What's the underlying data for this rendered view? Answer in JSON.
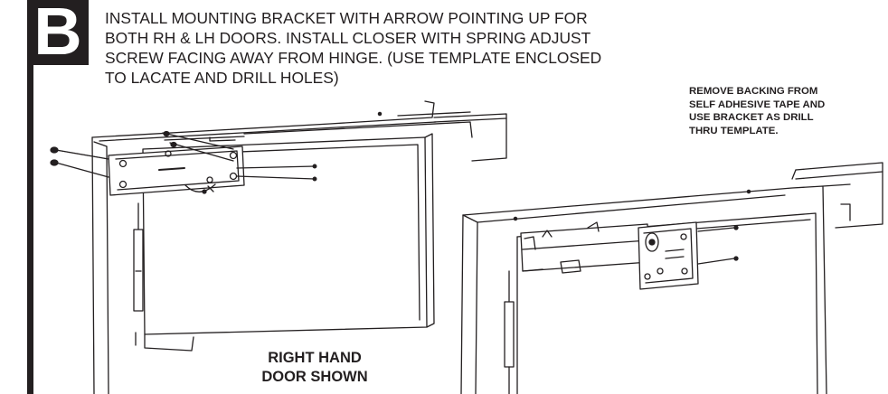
{
  "step": {
    "letter": "B"
  },
  "instruction": {
    "lines": [
      "INSTALL MOUNTING BRACKET WITH ARROW POINTING UP FOR",
      "BOTH RH & LH DOORS.  INSTALL CLOSER WITH SPRING ADJUST",
      "SCREW FACING AWAY FROM HINGE. (USE TEMPLATE ENCLOSED",
      "TO LACATE AND DRILL HOLES)"
    ]
  },
  "note": {
    "lines": [
      "REMOVE BACKING FROM",
      "SELF ADHESIVE TAPE AND",
      "USE BRACKET AS DRILL",
      "THRU TEMPLATE."
    ]
  },
  "caption": {
    "lines": [
      "RIGHT HAND",
      "DOOR SHOWN"
    ]
  },
  "colors": {
    "ink": "#231f20",
    "paper": "#ffffff",
    "shade": "#e6e6e6"
  }
}
